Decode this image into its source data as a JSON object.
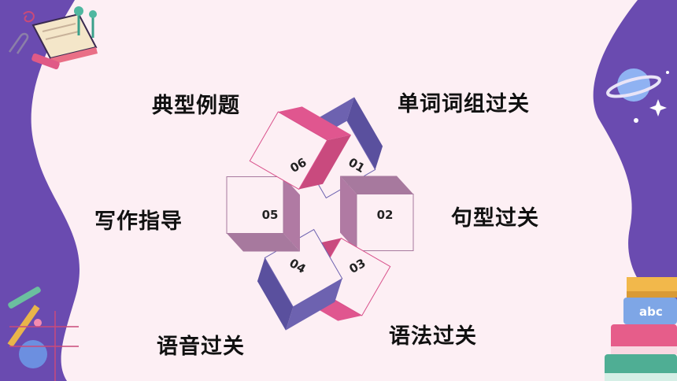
{
  "slide": {
    "items": [
      {
        "number": "01",
        "label": "单词词组过关"
      },
      {
        "number": "02",
        "label": "句型过关"
      },
      {
        "number": "03",
        "label": "语法过关"
      },
      {
        "number": "04",
        "label": "语音过关"
      },
      {
        "number": "05",
        "label": "写作指导"
      },
      {
        "number": "06",
        "label": "典型例题"
      }
    ],
    "abc_label": "abc"
  },
  "colors": {
    "background": "#fdeff4",
    "purple_wave": "#6a4bb0",
    "indigo": "#6d62b0",
    "pink": "#d9518b",
    "mauve": "#a7799e"
  }
}
